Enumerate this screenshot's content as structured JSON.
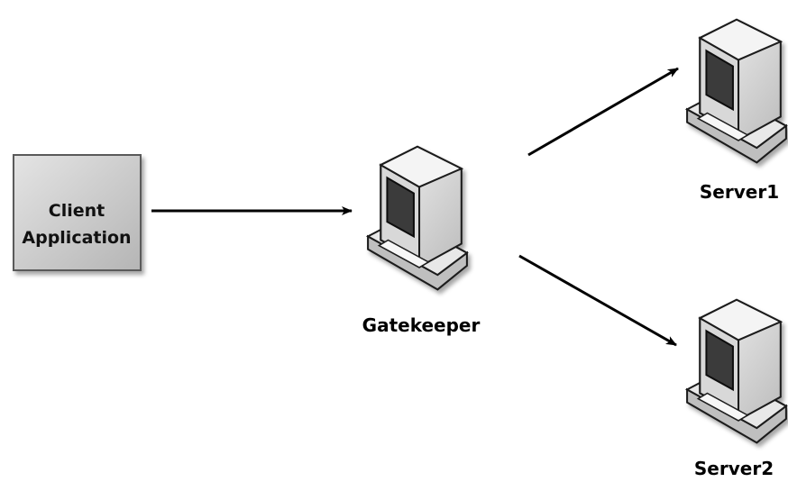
{
  "nodes": {
    "client": {
      "line1": "Client",
      "line2": "Application"
    },
    "gatekeeper": {
      "label": "Gatekeeper"
    },
    "server1": {
      "label": "Server1"
    },
    "server2": {
      "label": "Server2"
    }
  },
  "colors": {
    "background": "#ffffff",
    "box_fill": "#c6c6c6",
    "box_border": "#5a5a5a",
    "arrow": "#000000",
    "computer_body": "#dcdcdc",
    "computer_outline": "#1a1a1a",
    "screen": "#3a3a3a"
  },
  "icons": [
    "computer-icon"
  ],
  "edges": [
    {
      "from": "client",
      "to": "gatekeeper"
    },
    {
      "from": "gatekeeper",
      "to": "server1"
    },
    {
      "from": "gatekeeper",
      "to": "server2"
    }
  ]
}
